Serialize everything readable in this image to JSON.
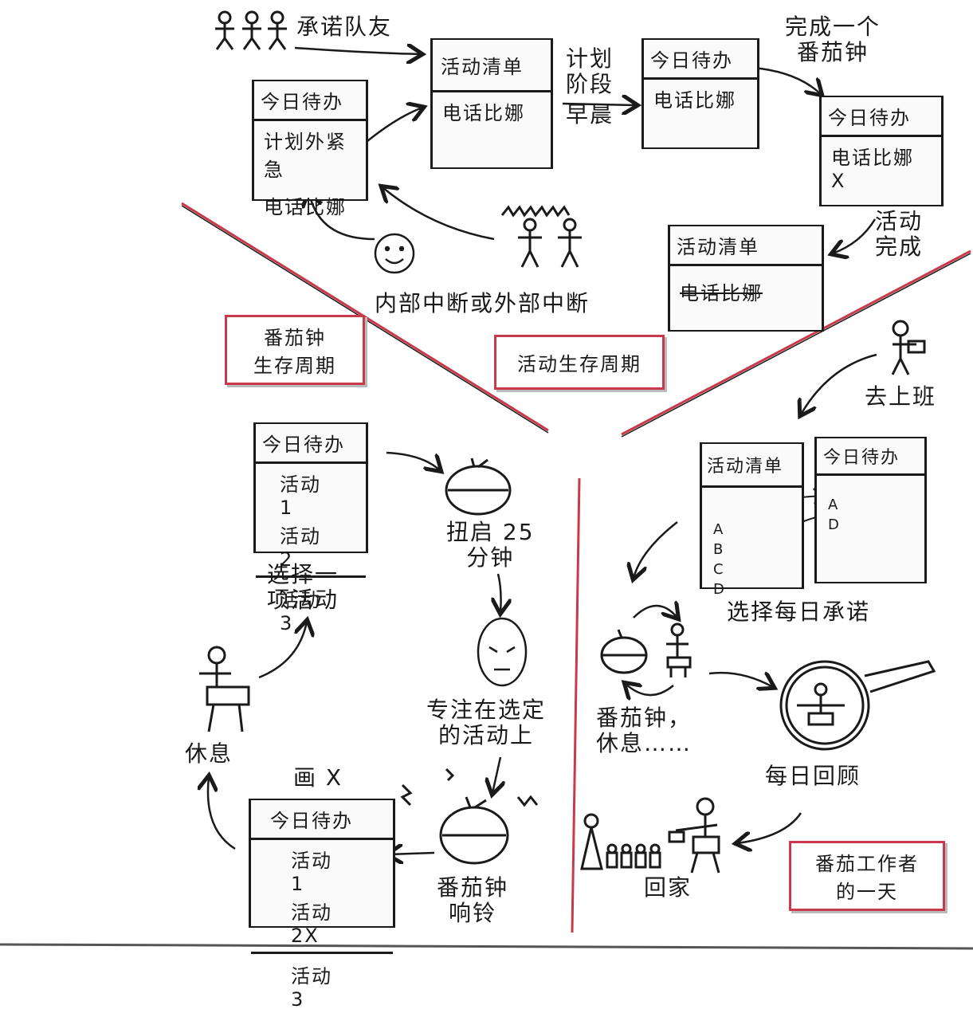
{
  "title_top_left": "承诺队友",
  "planning_stage": [
    "计划",
    "阶段",
    "早晨"
  ],
  "finish_pomodoro": [
    "完成一个",
    "番茄钟"
  ],
  "activity_done": [
    "活动",
    "完成"
  ],
  "interruption": "内部中断或外部中断",
  "pomodoro_lifecycle": [
    "番茄钟",
    "生存周期"
  ],
  "activity_lifecycle": "活动生存周期",
  "go_to_work": "去上班",
  "choose_daily": "选择每日承诺",
  "pomodoro_rest": [
    "番茄钟，",
    "休息……"
  ],
  "daily_review": "每日回顾",
  "go_home": "回家",
  "day_of_worker": [
    "番茄工作者",
    "的一天"
  ],
  "choose_one": [
    "选择一",
    "项活动"
  ],
  "wind_25": [
    "扭启 25",
    "分钟"
  ],
  "focus": [
    "专注在选定",
    "的活动上"
  ],
  "draw_x": "画 X",
  "ring": [
    "番茄钟",
    "响铃"
  ],
  "rest": "休息",
  "cards": {
    "todo_left": {
      "head": "今日待办",
      "rows": [
        "计划外紧急",
        "电话比娜"
      ]
    },
    "inventory_top": {
      "head": "活动清单",
      "rows": [
        "电话比娜"
      ]
    },
    "todo_mid": {
      "head": "今日待办",
      "rows": [
        "电话比娜"
      ]
    },
    "todo_right": {
      "head": "今日待办",
      "rows": [
        "电话比娜 X"
      ]
    },
    "inventory_done": {
      "head": "活动清单",
      "rows": [
        "电话比娜"
      ]
    },
    "daily_inventory": {
      "head": "活动清单",
      "rows": [
        "A",
        "B",
        "C",
        "D"
      ]
    },
    "daily_todo": {
      "head": "今日待办",
      "rows": [
        "A",
        "D"
      ]
    },
    "todo_choose": {
      "head": "今日待办",
      "rows": [
        "活动 1",
        "活动 2",
        "活动 3"
      ]
    },
    "todo_mark": {
      "head": "今日待办",
      "rows": [
        "活动 1",
        "活动 2X",
        "活动 3"
      ]
    }
  },
  "colors": {
    "ink": "#1a1a1a",
    "red": "#c83a4a"
  }
}
